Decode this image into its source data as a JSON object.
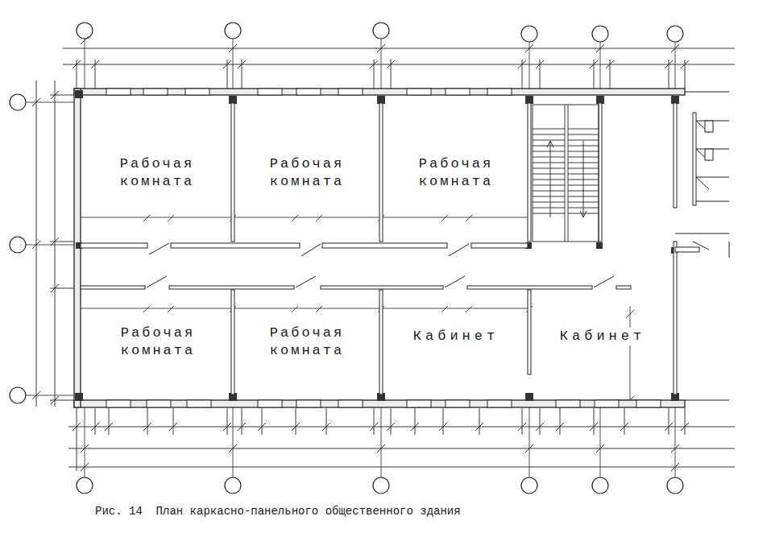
{
  "diagram": {
    "caption": "Рис. 14  План каркасно-панельного общественного здания",
    "nodes": [
      {
        "text": [
          "Рабочая комната"
        ]
      },
      {
        "text": [
          "Рабочая комната"
        ]
      },
      {
        "text": [
          "Рабочая комната"
        ]
      },
      {
        "text": [
          "Рабочая комната"
        ]
      },
      {
        "text": [
          "Рабочая комната"
        ]
      },
      {
        "text": [
          "Кабинет"
        ]
      },
      {
        "text": [
          "Кабинет"
        ]
      }
    ]
  }
}
